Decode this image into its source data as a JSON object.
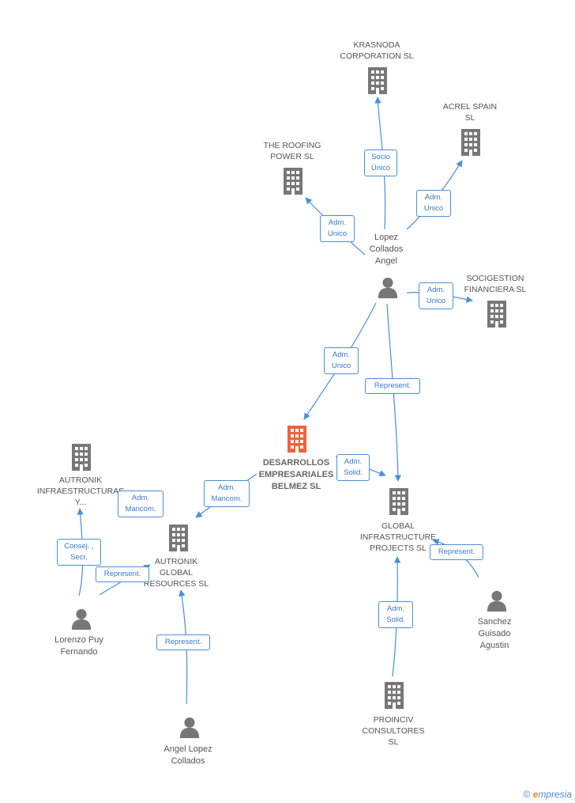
{
  "colors": {
    "edge": "#4a90d9",
    "icon": "#777777",
    "main_icon": "#f0643a"
  },
  "companies": [
    {
      "id": "krasnoda",
      "label": "KRASNODA\nCORPORATION SL",
      "icon": "building-icon"
    },
    {
      "id": "acrel",
      "label": "ACREL SPAIN\nSL",
      "icon": "building-icon"
    },
    {
      "id": "roofing",
      "label": "THE ROOFING\nPOWER SL",
      "icon": "building-icon"
    },
    {
      "id": "socigestion",
      "label": "SOCIGESTION\nFINANCIERA SL",
      "icon": "building-icon"
    },
    {
      "id": "main",
      "label": "DESARROLLOS\nEMPRESARIALES\nBELMEZ SL",
      "icon": "building-icon"
    },
    {
      "id": "autronik_infra",
      "label": "AUTRONIK\nINFRAESTRUCTURAS\nY...",
      "icon": "building-icon"
    },
    {
      "id": "autronik_global",
      "label": "AUTRONIK\nGLOBAL\nRESOURCES SL",
      "icon": "building-icon"
    },
    {
      "id": "global_infra",
      "label": "GLOBAL\nINFRASTRUCTURE\nPROJECTS SL",
      "icon": "building-icon"
    },
    {
      "id": "proinciv",
      "label": "PROINCIV\nCONSULTORES\nSL",
      "icon": "building-icon"
    }
  ],
  "people": [
    {
      "id": "lopez",
      "label": "Lopez\nCollados\nAngel",
      "icon": "person-icon"
    },
    {
      "id": "lorenzo",
      "label": "Lorenzo Puy\nFernando",
      "icon": "person-icon"
    },
    {
      "id": "angel",
      "label": "Angel Lopez\nCollados",
      "icon": "person-icon"
    },
    {
      "id": "sanchez",
      "label": "Sanchez\nGuisado\nAgustin",
      "icon": "person-icon"
    }
  ],
  "edges": [
    {
      "id": "e1",
      "label": "Socio\nÚnico"
    },
    {
      "id": "e2",
      "label": "Adm.\nUnico"
    },
    {
      "id": "e3",
      "label": "Adm.\nUnico"
    },
    {
      "id": "e4",
      "label": "Adm.\nUnico"
    },
    {
      "id": "e5",
      "label": "Adm.\nUnico"
    },
    {
      "id": "e6",
      "label": "Represent."
    },
    {
      "id": "e7",
      "label": "Adm.\nSolid."
    },
    {
      "id": "e8",
      "label": "Adm.\nMancom."
    },
    {
      "id": "e9",
      "label": "Adm.\nMancom."
    },
    {
      "id": "e10",
      "label": "Consej. ,\nSecr."
    },
    {
      "id": "e11",
      "label": "Represent."
    },
    {
      "id": "e12",
      "label": "Represent."
    },
    {
      "id": "e13",
      "label": "Represent."
    },
    {
      "id": "e14",
      "label": "Adm.\nSolid."
    }
  ],
  "watermark": {
    "copyright": "©",
    "brand_e": "e",
    "brand_rest": "mpresia"
  }
}
